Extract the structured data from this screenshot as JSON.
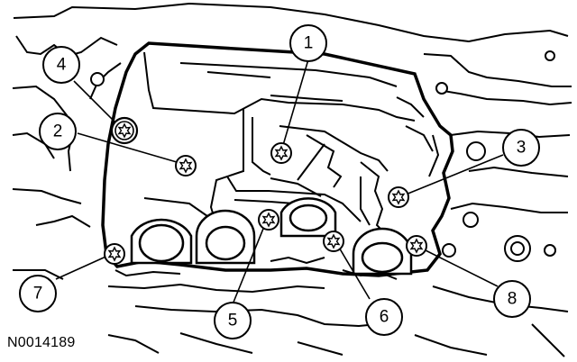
{
  "figure": {
    "reference_code": "N0014189"
  },
  "callouts": [
    {
      "label": "1"
    },
    {
      "label": "2"
    },
    {
      "label": "3"
    },
    {
      "label": "4"
    },
    {
      "label": "5"
    },
    {
      "label": "6"
    },
    {
      "label": "7"
    },
    {
      "label": "8"
    }
  ],
  "bolts": [
    {
      "name": "bolt-1",
      "callout": "1"
    },
    {
      "name": "bolt-2",
      "callout": "2"
    },
    {
      "name": "bolt-3",
      "callout": "3"
    },
    {
      "name": "bolt-4",
      "callout": "4"
    },
    {
      "name": "bolt-5",
      "callout": "5"
    },
    {
      "name": "bolt-6",
      "callout": "6"
    },
    {
      "name": "bolt-7",
      "callout": "7"
    },
    {
      "name": "bolt-8",
      "callout": "8"
    }
  ],
  "colors": {
    "line": "#000000",
    "background": "#ffffff"
  }
}
